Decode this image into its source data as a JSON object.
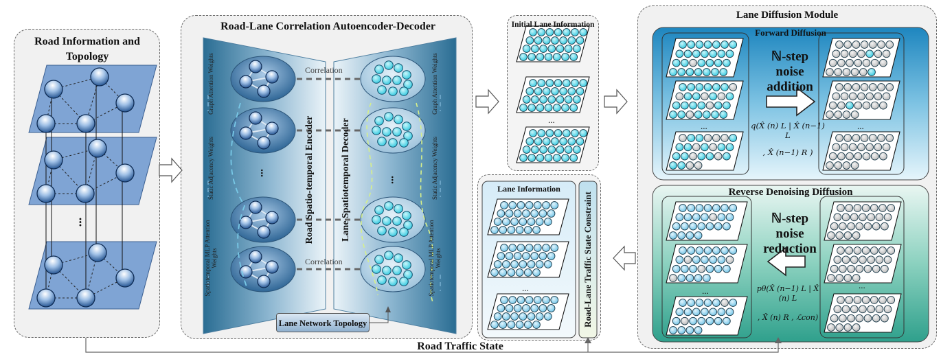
{
  "road_panel": {
    "title_line1": "Road Information and",
    "title_line2": "Topology",
    "ellipsis": "..."
  },
  "autoencoder_panel": {
    "title": "Road-Lane Correlation Autoencoder-Decoder",
    "encoder_label": "Road Spatio-temporal Encoder",
    "decoder_label": "Lane Spatiotemporal Decoder",
    "correlation_top": "Correlation",
    "correlation_bottom": "Correlation",
    "left_weights": [
      "Graph Attention Weights",
      "Static Adjacency Weights",
      "Spatiotemporal MLP Attention Weights"
    ],
    "right_weights": [
      "Graph Attention Weights",
      "Static Adjacency Weights",
      "Spatiotemporal MLP Attention Weights"
    ],
    "topology_box": "Lane Network Topology",
    "ellipsis": "..."
  },
  "initial_lane": {
    "title": "Initial Lane Information",
    "ellipsis": "..."
  },
  "lane_info": {
    "title": "Lane Information",
    "ellipsis": "..."
  },
  "constraint_label": "Road-Lane Traffic State Constraint",
  "diffusion": {
    "title": "Lane Diffusion Module",
    "forward": {
      "title": "Forward Diffusion",
      "step_line1": "ℕ-step",
      "step_line2": "noise",
      "step_line3": "addition",
      "formula_line1": "q(X̂ (n) L | X̂ (n−1) L",
      "formula_line2": ", X̂ (n−1) R )",
      "ellipsis": "..."
    },
    "reverse": {
      "title": "Reverse Denoising Diffusion",
      "step_line1": "ℕ-step",
      "step_line2": "noise",
      "step_line3": "reduction",
      "formula_line1": "pθ(X̂ (n−1) L | X̂ (n) L",
      "formula_line2": ", X̂ (n) R , ℒcon)",
      "ellipsis": "..."
    }
  },
  "bottom_label": "Road Traffic State",
  "colors": {
    "cyan_node": "#44d6e8",
    "grey_node": "#c8c8c8",
    "lane_node": "#8fd1ec",
    "road_plane": "#7fa4d4",
    "forward_bg": "#2a8fc4",
    "reverse_bg": "#3fae9a"
  }
}
